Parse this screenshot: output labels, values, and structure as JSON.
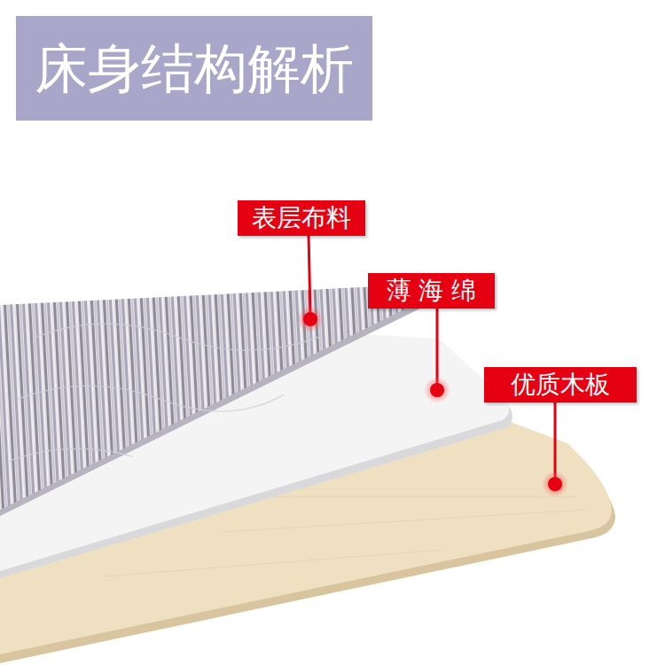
{
  "diagram": {
    "title": "床身结构解析",
    "nodes": [
      {
        "text": [
          "表层布料"
        ]
      },
      {
        "text": [
          "薄 海 绵"
        ]
      },
      {
        "text": [
          "优质木板"
        ]
      }
    ]
  }
}
